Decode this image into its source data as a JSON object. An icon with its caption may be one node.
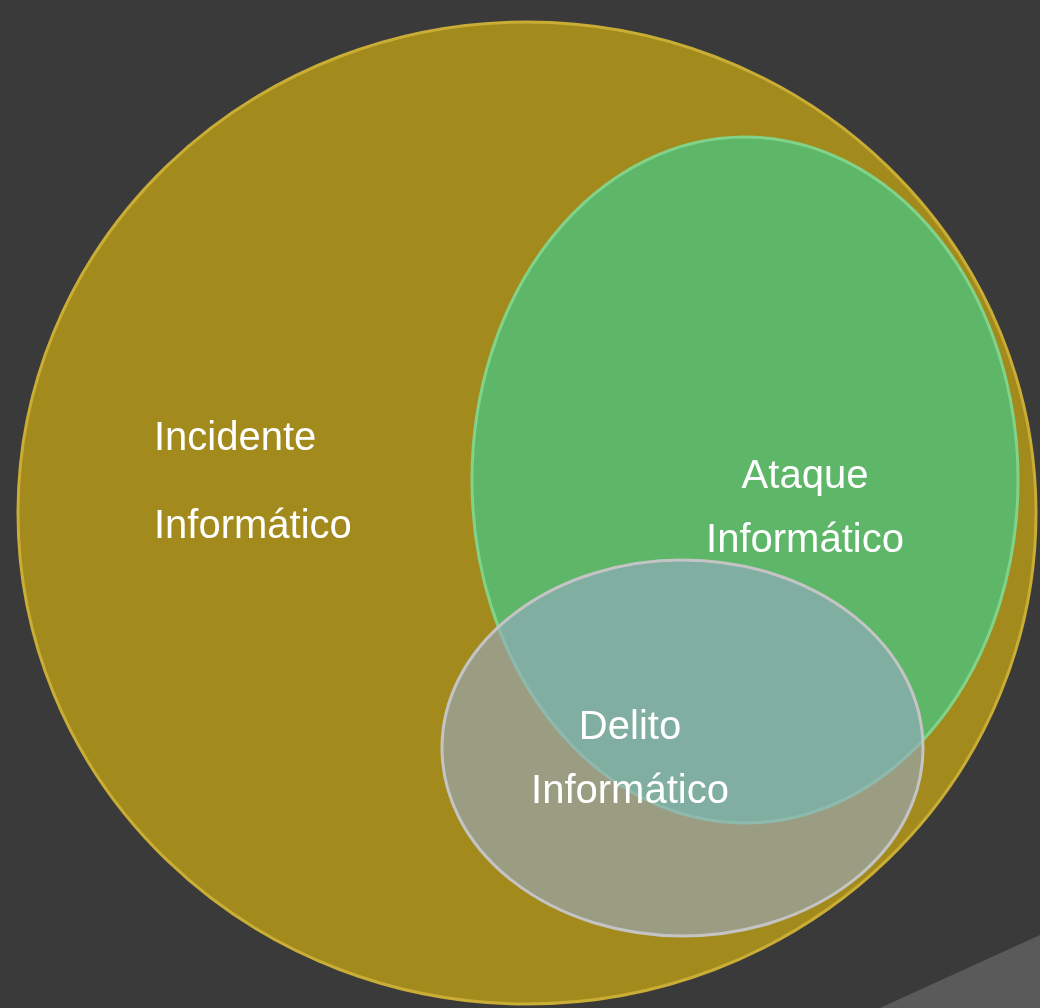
{
  "diagram": {
    "nodes": [
      {
        "text": [
          "Incidente Informático"
        ]
      },
      {
        "text": [
          "Ataque Informático"
        ],
        "in": 0
      },
      {
        "text": [
          "Delito Informático"
        ],
        "in": 0
      }
    ]
  }
}
